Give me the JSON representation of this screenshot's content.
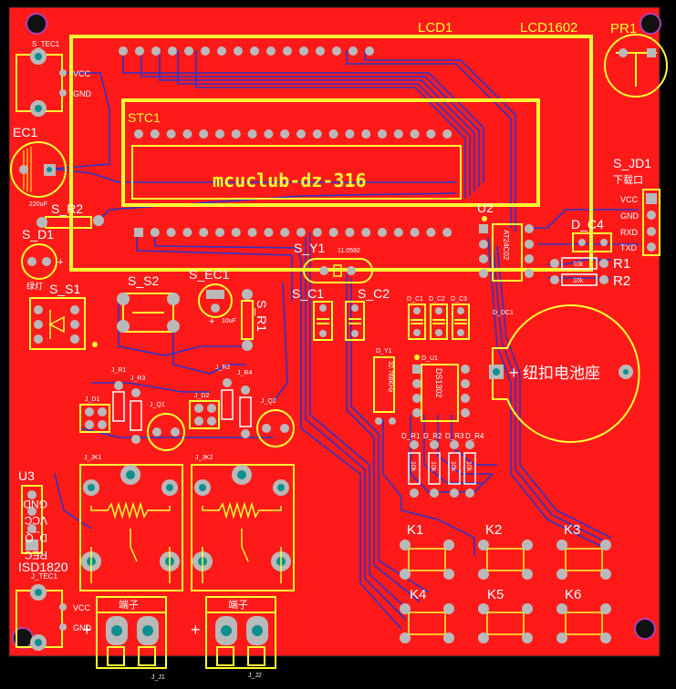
{
  "colors": {
    "board": "#ff1a1a",
    "board_edge": "#000000",
    "silk": "#ffff33",
    "white": "#ffffff",
    "trace": "#2b34c8",
    "pad": "#b9b9b9",
    "hole": "#0d8f8f",
    "mount": "#b040b0"
  },
  "labels": {
    "lcd1": "LCD1",
    "lcd1602": "LCD1602",
    "pr1": "PR1",
    "stc1": "STC1",
    "board_name": "mcuclub-dz-316",
    "s_tec1_top": "S_TEC1",
    "vcc_top": "VCC",
    "gnd_top": "GND",
    "ec1": "EC1",
    "ec1_value": "220uF",
    "s_r2": "S_R2",
    "s_d1": "S_D1",
    "s_d1_color": "绿灯",
    "s_s1": "S_S1",
    "s_s2": "S_S2",
    "s_ec1": "S_EC1",
    "s_ec1_value": "10uF",
    "s_r1": "S_R1",
    "s_y1": "S_Y1",
    "s_y1_value": "11.0592",
    "s_c1": "S_C1",
    "s_c2": "S_C2",
    "s_jd1": "S_JD1",
    "s_jd1_cn": "下载口",
    "vcc_jd": "VCC",
    "gnd_jd": "GND",
    "rxd": "RXD",
    "txd": "TXD",
    "u2": "U2",
    "u2_chip": "AT24C02",
    "d_c4": "D_C4",
    "r1": "R1",
    "r2": "R2",
    "r_val": "10k",
    "d_c1": "D_C1",
    "d_c2": "D_C2",
    "d_c3": "D_C3",
    "d_dc1": "D_DC1",
    "d_y1": "D_Y1",
    "d_y1_value": "32.768KHz",
    "d_u1": "D_U1",
    "ds1302": "DS1302",
    "battery": "纽扣电池座",
    "d_r1": "D_R1",
    "d_r2": "D_R2",
    "d_r3": "D_R3",
    "d_r4": "D_R4",
    "j_r1": "J_R1",
    "j_r3": "J_R3",
    "j_r2": "J_R2",
    "j_r4": "J_R4",
    "j_d1": "J_D1",
    "j_d2": "J_D2",
    "j_q1": "J_Q1",
    "j_q2": "J_Q2",
    "j_jk1": "J_JK1",
    "j_jk2": "J_JK2",
    "j_j1": "J_J1",
    "j_j2": "J_J2",
    "duanzi": "端子",
    "u3": "U3",
    "gnd_u3": "GND",
    "vcc_u3": "VCC",
    "dq": "D_Q",
    "rec": "REC",
    "isd1820": "ISD1820",
    "j_tec1": "J_TEC1",
    "vcc_bot": "VCC",
    "gnd_bot": "GND",
    "k1": "K1",
    "k2": "K2",
    "k3": "K3",
    "k4": "K4",
    "k5": "K5",
    "k6": "K6",
    "plus": "+",
    "minus": "—"
  }
}
